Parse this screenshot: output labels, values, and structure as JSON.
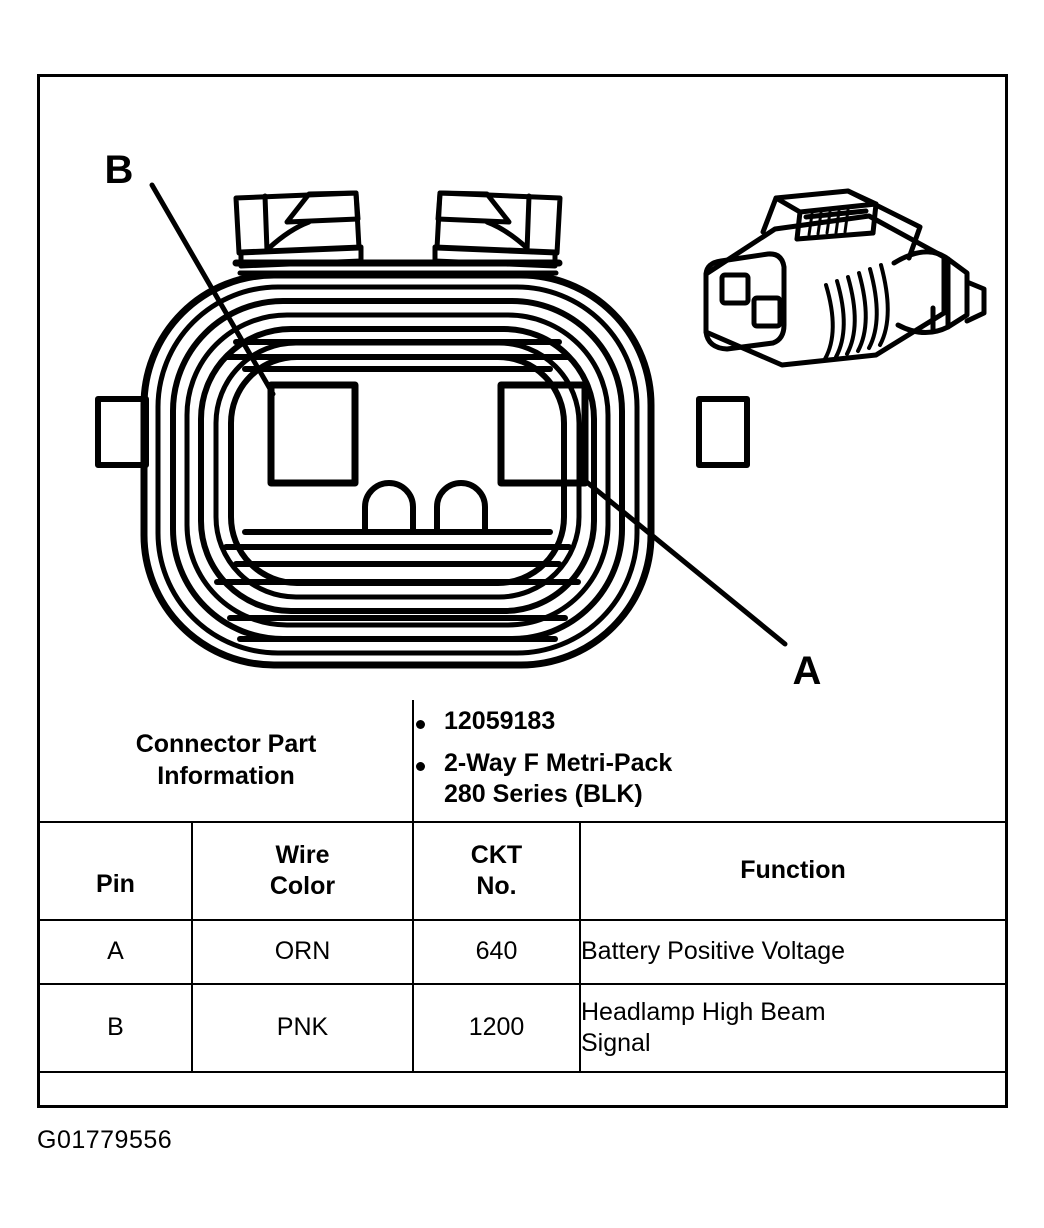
{
  "figure": {
    "id_label": "G01779556",
    "callouts": [
      {
        "label": "B",
        "name": "callout-b"
      },
      {
        "label": "A",
        "name": "callout-a"
      }
    ]
  },
  "table": {
    "connector_part_information": {
      "label": "Connector Part\nInformation",
      "label_line1": "Connector Part",
      "label_line2": "Information",
      "values": [
        "12059183",
        "2-Way F Metri-Pack 280 Series (BLK)"
      ],
      "value_2_line1": "2-Way F Metri-Pack",
      "value_2_line2": "280 Series (BLK)"
    },
    "headers": {
      "pin": "Pin",
      "wire_color_line1": "Wire",
      "wire_color_line2": "Color",
      "ckt_no_line1": "CKT",
      "ckt_no_line2": "No.",
      "function": "Function"
    },
    "rows": [
      {
        "pin": "A",
        "wire_color": "ORN",
        "ckt_no": "640",
        "function": "Battery Positive Voltage"
      },
      {
        "pin": "B",
        "wire_color": "PNK",
        "ckt_no": "1200",
        "function_line1": "Headlamp High Beam",
        "function_line2": "Signal",
        "function": "Headlamp High Beam Signal"
      }
    ]
  },
  "colors": {
    "line": "#000000",
    "background": "#ffffff"
  }
}
